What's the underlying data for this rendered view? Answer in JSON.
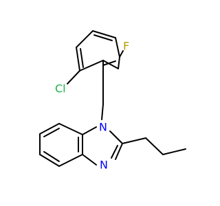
{
  "atoms": {
    "chlorine": {
      "label": "Cl",
      "color": "#22b14c"
    },
    "fluorine": {
      "label": "F",
      "color": "#b89e00"
    },
    "nitrogen_substituted": {
      "label": "N",
      "color": "#0000ff"
    },
    "nitrogen_imine": {
      "label": "N",
      "color": "#0000ff"
    }
  },
  "bond_color": "#000000"
}
